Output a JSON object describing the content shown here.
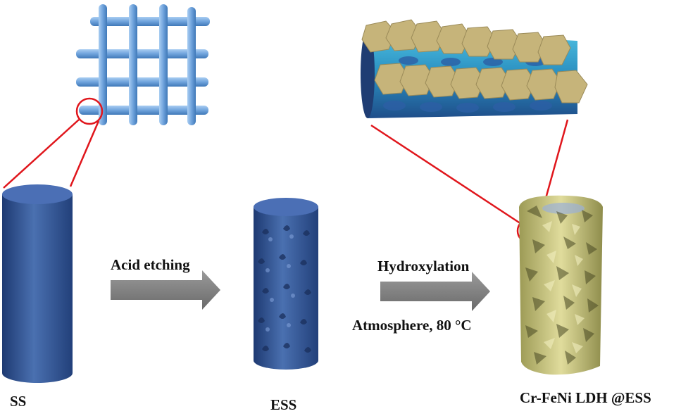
{
  "labels": {
    "ss": "SS",
    "ess": "ESS",
    "product": "Cr-FeNi LDH @ESS"
  },
  "steps": {
    "etching": "Acid etching",
    "hydroxylation": "Hydroxylation",
    "conditions": "Atmosphere, 80 °C"
  },
  "colors": {
    "steel_blue": "#3d5f9c",
    "mesh_blue": "#6fa3dc",
    "ldh_yellow": "#d6d28d",
    "zoom_red": "#e0161c",
    "arrow_gray": "#7d7d7d"
  }
}
